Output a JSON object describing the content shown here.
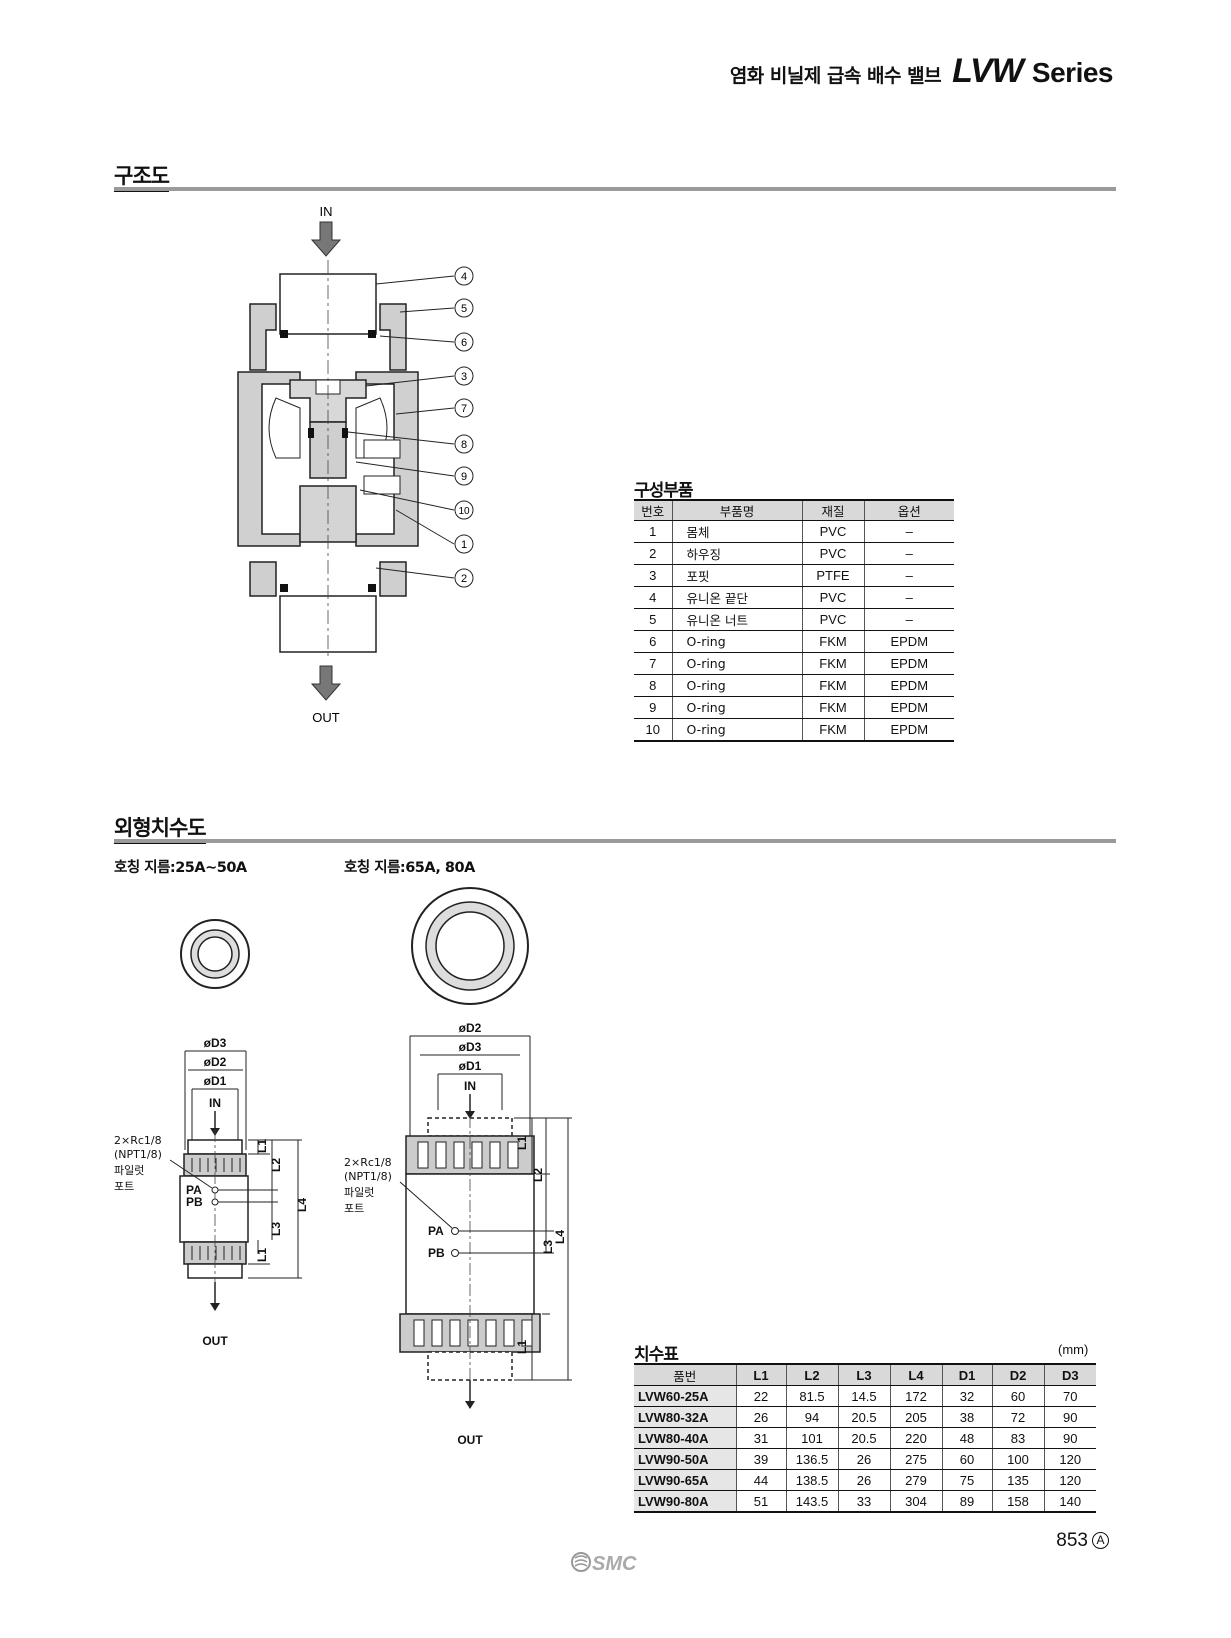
{
  "header": {
    "title_kr": "염화 비닐제  급속 배수 밸브",
    "model": "LVW",
    "series": "Series"
  },
  "construction": {
    "section_title": "구조도",
    "in_label": "IN",
    "out_label": "OUT",
    "callouts": [
      "4",
      "5",
      "6",
      "3",
      "7",
      "8",
      "9",
      "10",
      "1",
      "2"
    ]
  },
  "parts_table": {
    "title": "구성부품",
    "headers": [
      "번호",
      "부품명",
      "재질",
      "옵션"
    ],
    "rows": [
      [
        "1",
        "몸체",
        "PVC",
        "–"
      ],
      [
        "2",
        "하우징",
        "PVC",
        "–"
      ],
      [
        "3",
        "포핏",
        "PTFE",
        "–"
      ],
      [
        "4",
        "유니온 끝단",
        "PVC",
        "–"
      ],
      [
        "5",
        "유니온 너트",
        "PVC",
        "–"
      ],
      [
        "6",
        "O-ring",
        "FKM",
        "EPDM"
      ],
      [
        "7",
        "O-ring",
        "FKM",
        "EPDM"
      ],
      [
        "8",
        "O-ring",
        "FKM",
        "EPDM"
      ],
      [
        "9",
        "O-ring",
        "FKM",
        "EPDM"
      ],
      [
        "10",
        "O-ring",
        "FKM",
        "EPDM"
      ]
    ]
  },
  "dimensions": {
    "section_title": "외형치수도",
    "small": {
      "caption": "호칭 지름:25A∼50A",
      "d3": "øD3",
      "d2": "øD2",
      "d1": "øD1",
      "in": "IN",
      "out": "OUT",
      "port1": "2×Rc1/8",
      "port2": "(NPT1/8)",
      "port3": "파일럿",
      "port4": "포트",
      "pa": "PA",
      "pb": "PB",
      "l1": "L1",
      "l2": "L2",
      "l3": "L3",
      "l4": "L4"
    },
    "large": {
      "caption": "호칭 지름:65A, 80A",
      "d2": "øD2",
      "d3": "øD3",
      "d1": "øD1",
      "in": "IN",
      "out": "OUT",
      "port1": "2×Rc1/8",
      "port2": "(NPT1/8)",
      "port3": "파일럿",
      "port4": "포트",
      "pa": "PA",
      "pb": "PB",
      "l1": "L1",
      "l2": "L2",
      "l3": "L3",
      "l4": "L4"
    }
  },
  "dim_table": {
    "title": "치수표",
    "unit": "(mm)",
    "headers": [
      "품번",
      "L1",
      "L2",
      "L3",
      "L4",
      "D1",
      "D2",
      "D3"
    ],
    "rows": [
      [
        "LVW60-25A",
        "22",
        "81.5",
        "14.5",
        "172",
        "32",
        "60",
        "70"
      ],
      [
        "LVW80-32A",
        "26",
        "94",
        "20.5",
        "205",
        "38",
        "72",
        "90"
      ],
      [
        "LVW80-40A",
        "31",
        "101",
        "20.5",
        "220",
        "48",
        "83",
        "90"
      ],
      [
        "LVW90-50A",
        "39",
        "136.5",
        "26",
        "275",
        "60",
        "100",
        "120"
      ],
      [
        "LVW90-65A",
        "44",
        "138.5",
        "26",
        "279",
        "75",
        "135",
        "120"
      ],
      [
        "LVW90-80A",
        "51",
        "143.5",
        "33",
        "304",
        "89",
        "158",
        "140"
      ]
    ]
  },
  "footer": {
    "brand": "SMC",
    "page": "853",
    "mark": "A"
  }
}
